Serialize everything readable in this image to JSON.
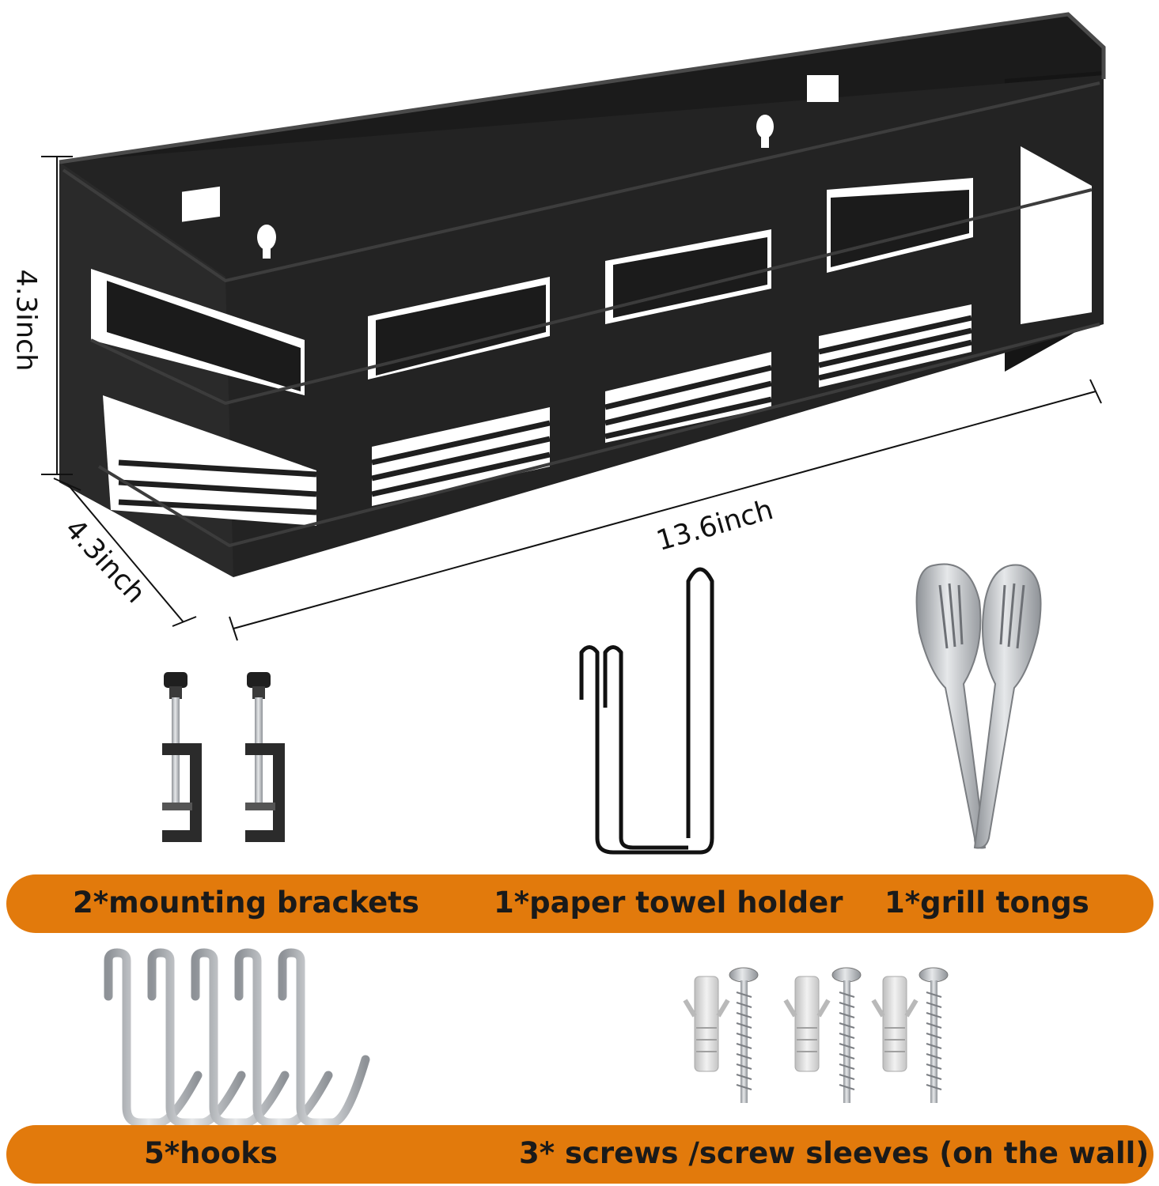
{
  "colors": {
    "banner": "#e27a0c",
    "basket": "#202020",
    "basket_edge": "#3a3a3a",
    "metal": "#b9bcc0",
    "plastic": "#d9d9d9"
  },
  "dimensions": {
    "height_label": "4.3inch",
    "depth_label": "4.3inch",
    "length_label": "13.6inch"
  },
  "accessories_row_1": {
    "brackets_label": "2*mounting brackets",
    "towel_holder_label": "1*paper towel holder",
    "tongs_label": "1*grill tongs"
  },
  "accessories_row_2": {
    "hooks_label": "5*hooks",
    "screws_label": "3* screws /screw sleeves (on the wall)"
  },
  "icons": [
    "spice-basket",
    "mounting-bracket-icon",
    "paper-towel-holder-icon",
    "grill-tongs-icon",
    "hook-icon",
    "screw-icon",
    "screw-sleeve-icon"
  ]
}
